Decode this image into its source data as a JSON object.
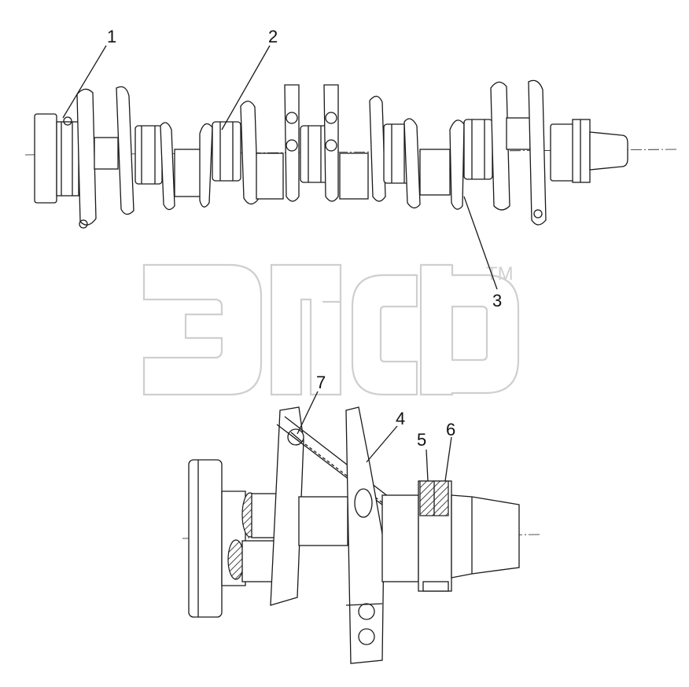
{
  "watermark": {
    "tm": "TM"
  },
  "callouts": {
    "c1": "1",
    "c2": "2",
    "c3": "3",
    "c4": "4",
    "c5": "5",
    "c6": "6",
    "c7": "7"
  }
}
